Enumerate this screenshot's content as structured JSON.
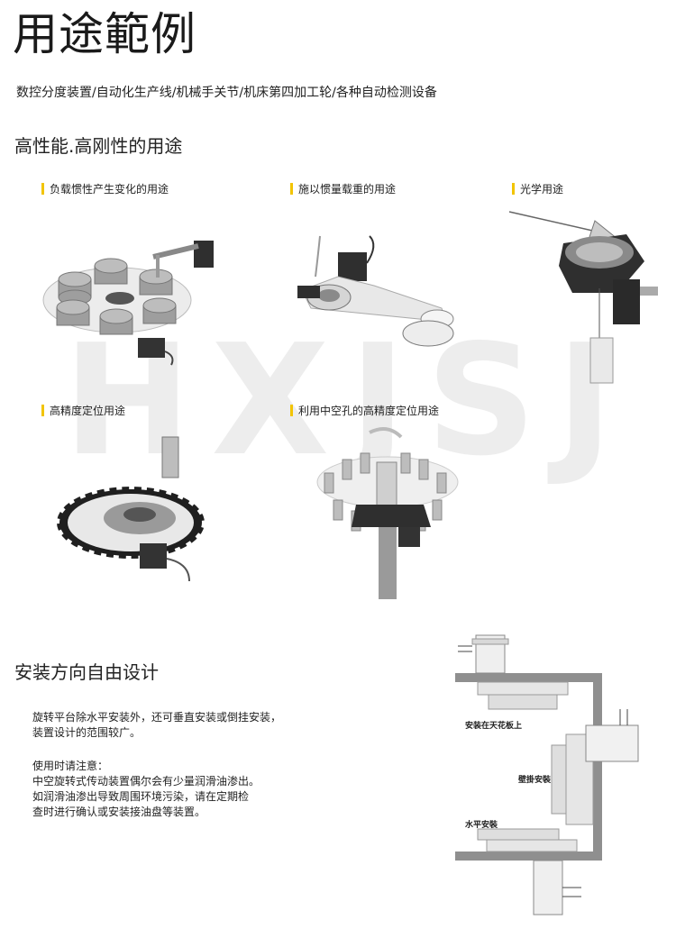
{
  "header": {
    "title": "用途範例",
    "subtitle": "数控分度装置/自动化生产线/机械手关节/机床第四加工轮/各种自动检测设备"
  },
  "section1": {
    "heading": "高性能.高刚性的用途",
    "examples": [
      {
        "label": "负载惯性产生变化的用途"
      },
      {
        "label": "施以惯量载重的用途"
      },
      {
        "label": "光学用途"
      },
      {
        "label": "高精度定位用途"
      },
      {
        "label": "利用中空孔的高精度定位用途"
      }
    ]
  },
  "watermark": "HXJSJ",
  "section2": {
    "heading": "安装方向自由设计",
    "paragraph1": [
      "旋转平台除水平安装外，还可垂直安装或倒挂安装，",
      "装置设计的范围较广。"
    ],
    "note_title": "使用时请注意：",
    "note_lines": [
      "中空旋转式传动装置偶尔会有少量润滑油渗出。",
      "如润滑油渗出导致周围环境污染，请在定期检",
      "查时进行确认或安装接油盘等装置。"
    ],
    "diagram_labels": {
      "ceiling": "安装在天花板上",
      "wall": "壁掛安裝",
      "horizontal": "水平安裝"
    }
  },
  "colors": {
    "accent_bar": "#f2c400",
    "metal_light": "#d9d9d9",
    "metal_dark": "#3a3a3a",
    "wall": "#9a9a9a"
  }
}
